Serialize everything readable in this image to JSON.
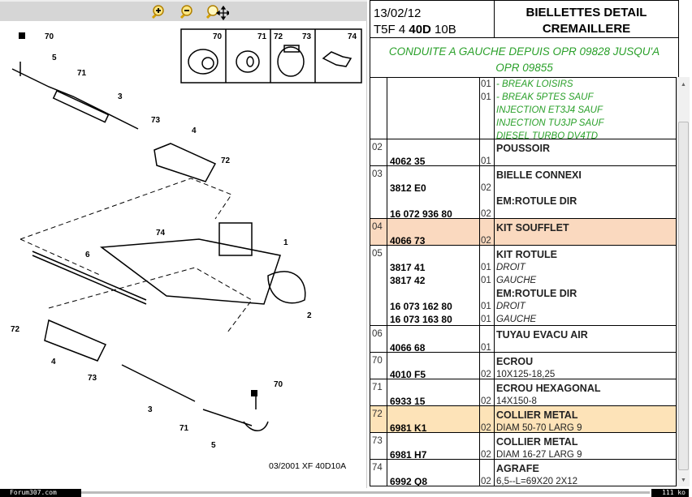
{
  "toolbar": {
    "zoom_in": "zoom-in-icon",
    "zoom_out": "zoom-out-icon",
    "pan": "pan-zoom-icon"
  },
  "diagram": {
    "inset_labels": [
      "70",
      "71",
      "72",
      "73",
      "74"
    ],
    "callouts": [
      "70",
      "5",
      "71",
      "3",
      "73",
      "4",
      "72",
      "1",
      "74",
      "6",
      "2",
      "72",
      "4",
      "73",
      "70",
      "3",
      "71",
      "5"
    ],
    "caption": "03/2001   XF 40D10A"
  },
  "header": {
    "date": "13/02/12",
    "model_prefix": "T5F 4 ",
    "model_bold": "40D",
    "model_suffix": " 10B",
    "title_line1": "BIELLETTES DETAIL",
    "title_line2": "CREMAILLERE"
  },
  "condition": "CONDUITE A GAUCHE DEPUIS OPR 09828 JUSQU'A OPR 09855",
  "rows": [
    {
      "ref": "",
      "h": 77,
      "lines": [
        {
          "q": "01",
          "d": "- BREAK LOISIRS",
          "t": "g"
        },
        {
          "q": "01",
          "d": "- BREAK 5PTES SAUF",
          "t": "g"
        },
        {
          "d": "INJECTION ET3J4 SAUF",
          "t": "g"
        },
        {
          "d": "INJECTION TU3JP SAUF",
          "t": "g"
        },
        {
          "d": "DIESEL TURBO DV4TD",
          "t": "g"
        }
      ]
    },
    {
      "ref": "02",
      "h": 33,
      "lines": [
        {
          "d": "POUSSOIR",
          "t": "b"
        },
        {
          "p": "4062 35",
          "q": "01"
        }
      ]
    },
    {
      "ref": "03",
      "h": 65,
      "lines": [
        {
          "d": "BIELLE CONNEXI",
          "t": "b"
        },
        {
          "p": "3812 E0",
          "q": "02"
        },
        {
          "d": "EM:ROTULE DIR",
          "t": "b"
        },
        {
          "p": "16 072 936 80",
          "q": "02"
        }
      ]
    },
    {
      "ref": "04",
      "h": 33,
      "highlight": "#fad9bf",
      "lines": [
        {
          "d": "KIT SOUFFLET",
          "t": "b"
        },
        {
          "p": "4066 73",
          "q": "02"
        }
      ]
    },
    {
      "ref": "05",
      "h": 99,
      "lines": [
        {
          "d": "KIT ROTULE",
          "t": "b"
        },
        {
          "p": "3817 41",
          "q": "01",
          "d": "DROIT",
          "t": "i"
        },
        {
          "p": "3817 42",
          "q": "01",
          "d": "GAUCHE",
          "t": "i"
        },
        {
          "d": "EM:ROTULE DIR",
          "t": "b"
        },
        {
          "p": "16 073 162 80",
          "q": "01",
          "d": "DROIT",
          "t": "i"
        },
        {
          "p": "16 073 163 80",
          "q": "01",
          "d": "GAUCHE",
          "t": "i"
        }
      ]
    },
    {
      "ref": "06",
      "h": 33,
      "lines": [
        {
          "d": "TUYAU EVACU AIR",
          "t": "b"
        },
        {
          "p": "4066 68",
          "q": "01"
        }
      ]
    },
    {
      "ref": "70",
      "h": 33,
      "lines": [
        {
          "d": "ECROU",
          "t": "b"
        },
        {
          "p": "4010 F5",
          "q": "02",
          "d": "10X125-18,25"
        }
      ]
    },
    {
      "ref": "71",
      "h": 33,
      "lines": [
        {
          "d": "ECROU HEXAGONAL",
          "t": "b"
        },
        {
          "p": "6933 15",
          "q": "02",
          "d": "14X150-8"
        }
      ]
    },
    {
      "ref": "72",
      "h": 33,
      "highlight": "#fde3b8",
      "lines": [
        {
          "d": "COLLIER METAL",
          "t": "b"
        },
        {
          "p": "6981 K1",
          "q": "02",
          "d": "DIAM 50-70 LARG 9"
        }
      ]
    },
    {
      "ref": "73",
      "h": 33,
      "lines": [
        {
          "d": "COLLIER METAL",
          "t": "b"
        },
        {
          "p": "6981 H7",
          "q": "02",
          "d": "DIAM 16-27 LARG 9"
        }
      ]
    },
    {
      "ref": "74",
      "h": 33,
      "lines": [
        {
          "d": "AGRAFE",
          "t": "b"
        },
        {
          "p": "6992 Q8",
          "q": "02",
          "d": "6,5--L=69X20 2X12"
        }
      ]
    }
  ],
  "status": {
    "site": "Forum307.com",
    "size": "111 ko"
  }
}
